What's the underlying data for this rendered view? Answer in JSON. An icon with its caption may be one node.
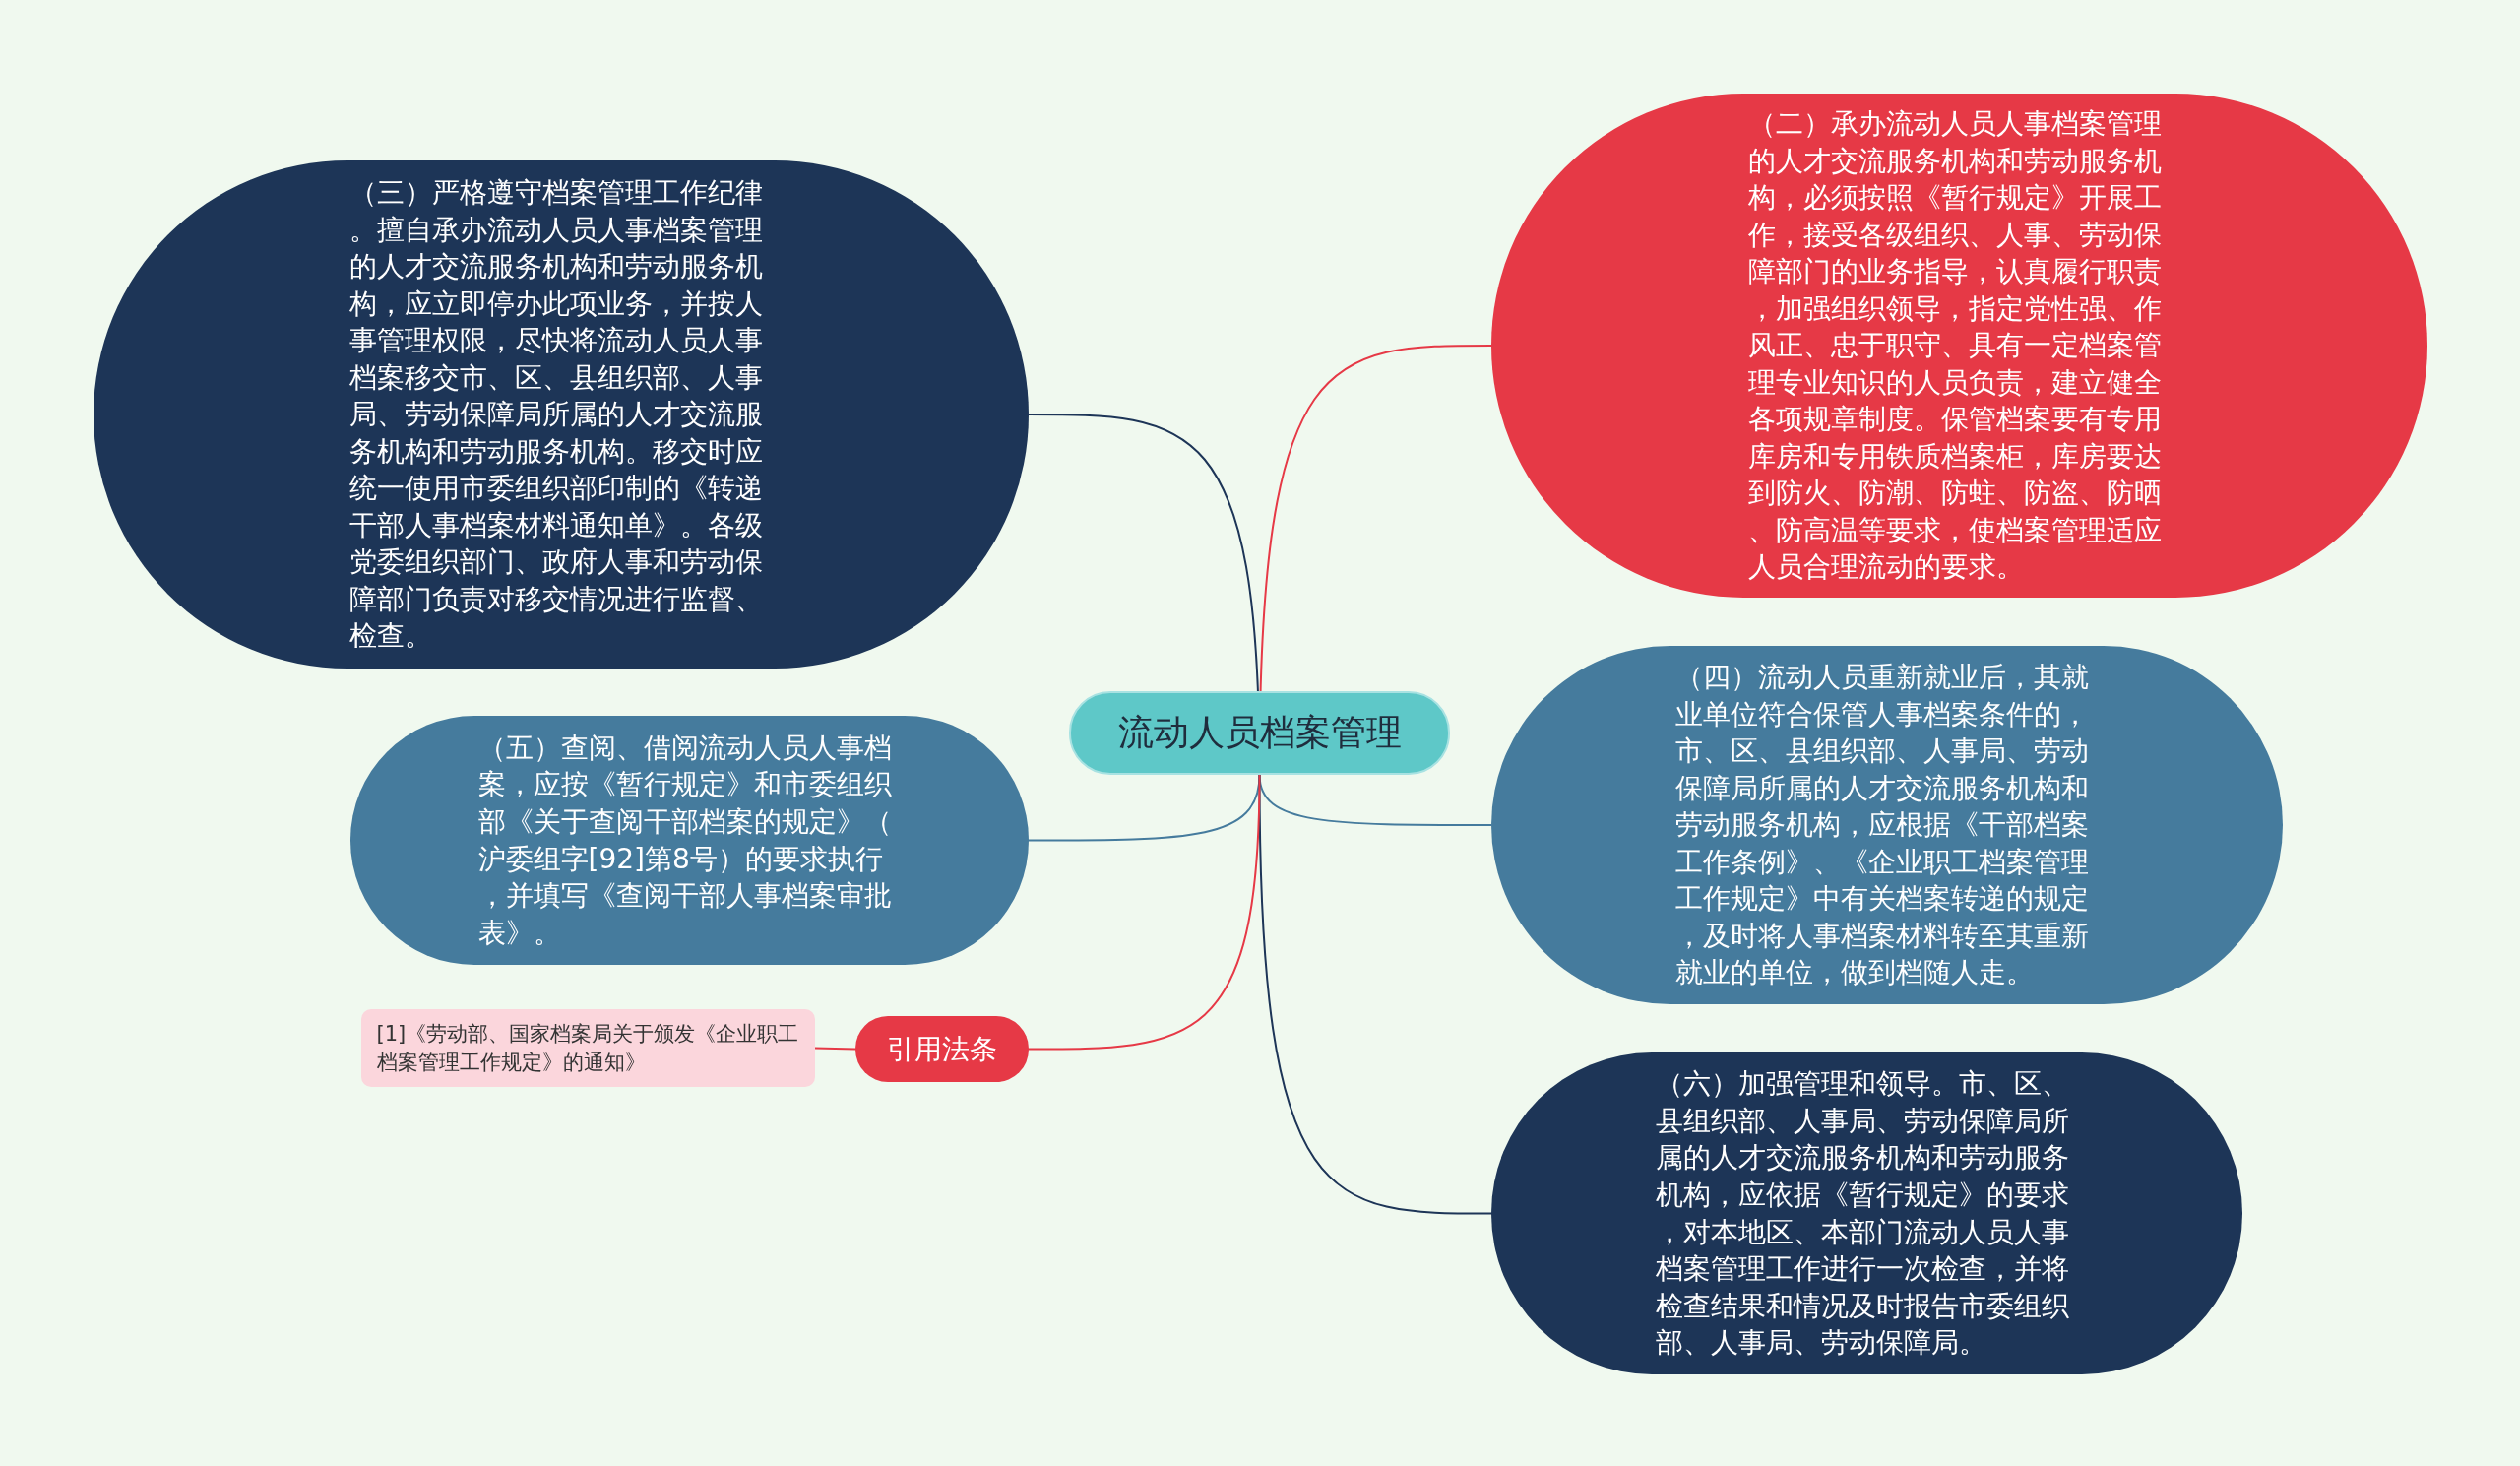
{
  "diagram": {
    "nodes": [
      {
        "text": [
          "流动人员档案管理"
        ]
      },
      {
        "text": [
          "（三）严格遵守档案管理工作纪律。擅自承办流动人员人事档案管理的人才交流服务机构和劳动服务机构，应立即停办此项业务，并按人事管理权限，尽快将流动人员人事档案移交市、区、县组织部、人事局、劳动保障局所属的人才交流服务机构和劳动服务机构。移交时应统一使用市委组织部印制的《转递干部人事档案材料通知单》。各级党委组织部门、政府人事和劳动保障部门负责对移交情况进行监督、检查。"
        ]
      },
      {
        "text": [
          "（二）承办流动人员人事档案管理的人才交流服务机构和劳动服务机构，必须按照《暂行规定》开展工作，接受各级组织、人事、劳动保障部门的业务指导，认真履行职责，加强组织领导，指定党性强、作风正、忠于职守、具有一定档案管理专业知识的人员负责，建立健全各项规章制度。保管档案要有专用库房和专用铁质档案柜，库房要达到防火、防潮、防蛀、防盗、防晒、防高温等要求，使档案管理适应人员合理流动的要求。"
        ]
      },
      {
        "text": [
          "（四）流动人员重新就业后，其就业单位符合保管人事档案条件的，市、区、县组织部、人事局、劳动保障局所属的人才交流服务机构和劳动服务机构，应根据《干部档案工作条例》、《企业职工档案管理工作规定》中有关档案转递的规定，及时将人事档案材料转至其重新就业的单位，做到档随人走。"
        ]
      },
      {
        "text": [
          "（五）查阅、借阅流动人员人事档案，应按《暂行规定》和市委组织部《关于查阅干部档案的规定》（沪委组字[92]第8号）的要求执行，并填写《查阅干部人事档案审批表》。"
        ]
      },
      {
        "text": [
          "（六）加强管理和领导。市、区、县组织部、人事局、劳动保障局所属的人才交流服务机构和劳动服务机构，应依据《暂行规定》的要求，对本地区、本部门流动人员人事档案管理工作进行一次检查，并将检查结果和情况及时报告市委组织部、人事局、劳动保障局。"
        ]
      },
      {
        "text": [
          "引用法条"
        ]
      },
      {
        "text": [
          "[1]《劳动部、国家档案局关于颁发《企业职工档案管理工作规定》的通知》"
        ]
      }
    ],
    "edges": [
      {
        "from": 0,
        "to": 1,
        "arrow": "none",
        "color": "#1d3557"
      },
      {
        "from": 0,
        "to": 2,
        "arrow": "none",
        "color": "#e63946"
      },
      {
        "from": 0,
        "to": 3,
        "arrow": "none",
        "color": "#457b9d"
      },
      {
        "from": 0,
        "to": 4,
        "arrow": "none",
        "color": "#457b9d"
      },
      {
        "from": 0,
        "to": 5,
        "arrow": "none",
        "color": "#1d3557"
      },
      {
        "from": 0,
        "to": 6,
        "arrow": "none",
        "color": "#e63946"
      },
      {
        "from": 6,
        "to": 7,
        "arrow": "none",
        "color": "#e63946"
      }
    ]
  }
}
